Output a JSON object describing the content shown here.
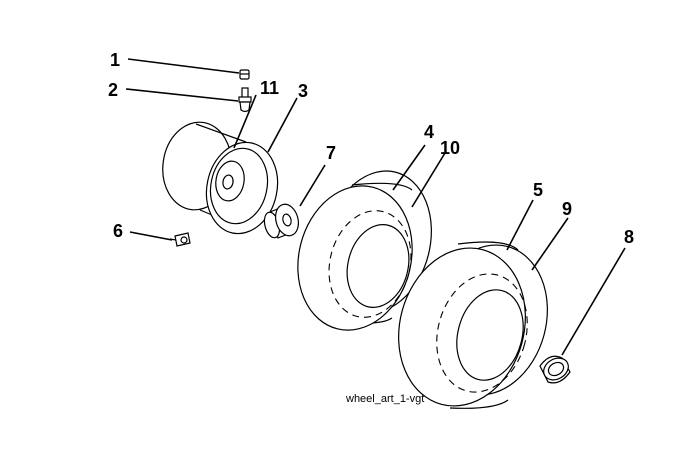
{
  "diagram": {
    "caption": "wheel_art_1-vgt",
    "callouts": {
      "c1": "1",
      "c2": "2",
      "c3": "3",
      "c4": "4",
      "c5": "5",
      "c6": "6",
      "c7": "7",
      "c8": "8",
      "c9": "9",
      "c10": "10",
      "c11": "11"
    }
  }
}
